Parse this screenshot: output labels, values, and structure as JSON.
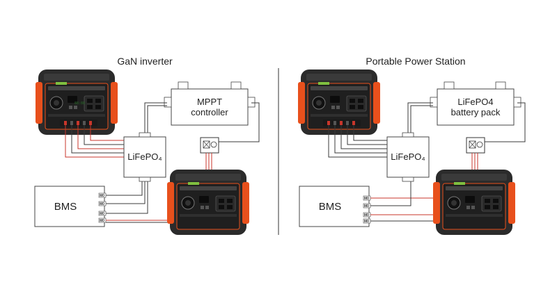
{
  "left_panel": {
    "title": "GaN inverter",
    "mppt_line1": "MPPT",
    "mppt_line2": "controller",
    "lifepo4": "LiFePO₄",
    "bms": "BMS"
  },
  "right_panel": {
    "title": "Portable Power Station",
    "pack_line1": "LiFePO4",
    "pack_line2": "battery pack",
    "lifepo4": "LiFePO₄",
    "bms": "BMS"
  },
  "bms_pins": [
    "M0",
    "M0",
    "M0",
    "M0"
  ],
  "station_display": "88:88",
  "colors": {
    "body": "#2b2b2b",
    "accent": "#e8501c",
    "wire_red": "#c8362b",
    "wire_black": "#3a3a3a"
  }
}
